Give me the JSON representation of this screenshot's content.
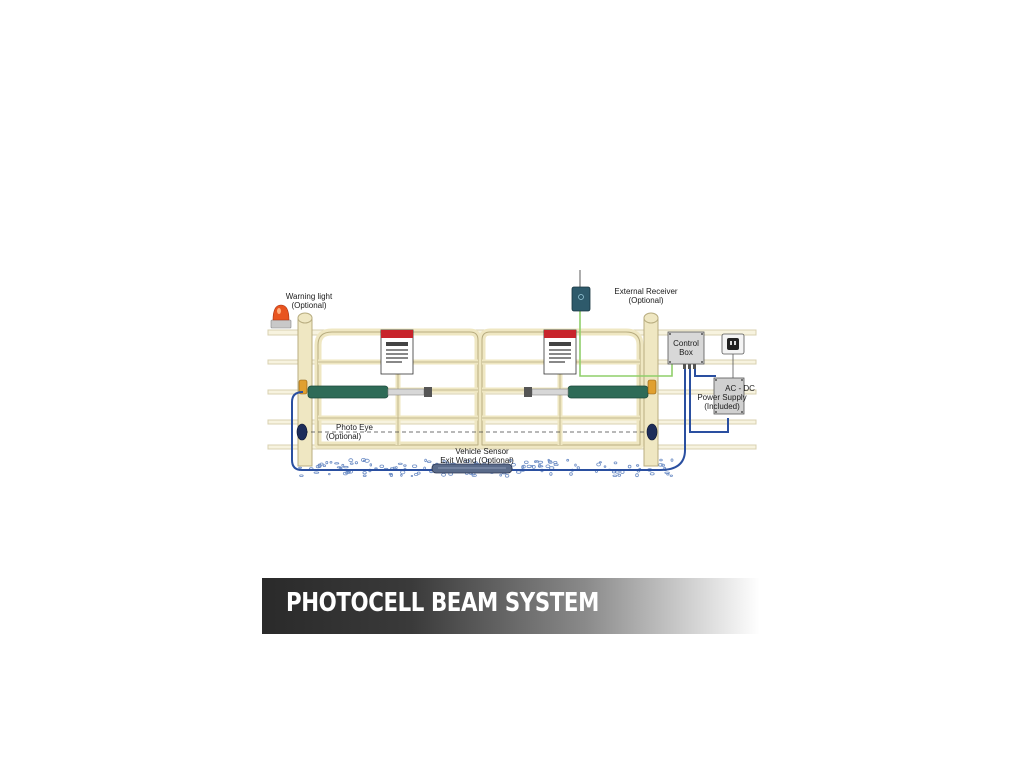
{
  "labels": {
    "warning_light_title": "Warning light",
    "warning_light_optional": "(Optional)",
    "external_receiver_title": "External Receiver",
    "external_receiver_optional": "(Optional)",
    "control_box_line1": "Control",
    "control_box_line2": "Box",
    "power_supply_line1": "AC - DC",
    "power_supply_line2": "Power Supply",
    "power_supply_line3": "(Included)",
    "photo_eye_title": "Photo Eye",
    "photo_eye_optional": "(Optional)",
    "vehicle_sensor_line1": "Vehicle Sensor",
    "vehicle_sensor_line2": "Exit Wand (Optional)"
  },
  "banner": {
    "title": "PHOTOCELL BEAM SYSTEM"
  },
  "colors": {
    "gate": "#efe7c2",
    "gate_outline": "#b8ad80",
    "actuator": "#2e6b57",
    "cable_blue": "#2a4fa0",
    "cable_green": "#8fcf6a",
    "warning_light": "#e8541f",
    "sign_header": "#c8242b"
  },
  "icons": [
    "warning-light-icon",
    "external-receiver-icon",
    "control-box-icon",
    "power-outlet-icon",
    "power-supply-icon",
    "photo-eye-icon",
    "vehicle-sensor-icon"
  ]
}
